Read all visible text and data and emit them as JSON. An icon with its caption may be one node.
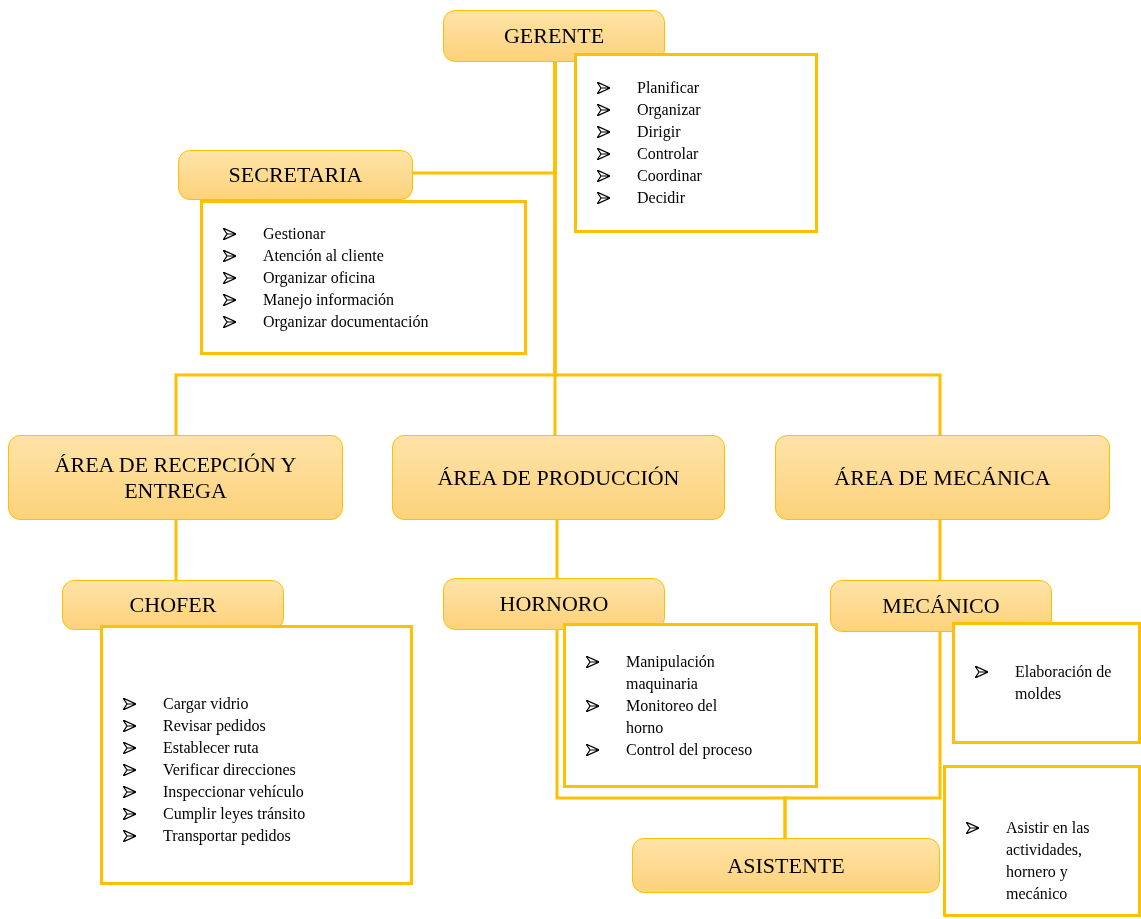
{
  "diagram": {
    "nodes": [
      {
        "text": [
          "GERENTE"
        ]
      },
      {
        "text": [
          "Planificar",
          "Organizar",
          "Dirigir",
          "Controlar",
          "Coordinar",
          "Decidir"
        ]
      },
      {
        "text": [
          "SECRETARIA"
        ]
      },
      {
        "text": [
          "Gestionar",
          "Atención al cliente",
          "Organizar oficina",
          "Manejo información",
          "Organizar documentación"
        ]
      },
      {
        "text": [
          "ÁREA DE RECEPCIÓN Y ENTREGA"
        ]
      },
      {
        "text": [
          "ÁREA DE PRODUCCIÓN"
        ]
      },
      {
        "text": [
          "ÁREA DE MECÁNICA"
        ]
      },
      {
        "text": [
          "CHOFER"
        ]
      },
      {
        "text": [
          "Cargar vidrio",
          "Revisar pedidos",
          "Establecer ruta",
          "Verificar direcciones",
          "Inspeccionar vehículo",
          "Cumplir leyes tránsito",
          "Transportar pedidos"
        ]
      },
      {
        "text": [
          "HORNORO"
        ]
      },
      {
        "text": [
          "Manipulación maquinaria",
          "Monitoreo del horno",
          "Control del proceso"
        ]
      },
      {
        "text": [
          "MECÁNICO"
        ]
      },
      {
        "text": [
          "Elaboración de moldes"
        ]
      },
      {
        "text": [
          "Asistir en las actividades, hornero y mecánico"
        ]
      },
      {
        "text": [
          "ASISTENTE"
        ]
      }
    ],
    "edges": [
      {
        "from": 0,
        "to": 2,
        "arrow": "none"
      },
      {
        "from": 0,
        "to": 4,
        "arrow": "none"
      },
      {
        "from": 0,
        "to": 5,
        "arrow": "none"
      },
      {
        "from": 0,
        "to": 6,
        "arrow": "none"
      },
      {
        "from": 4,
        "to": 7,
        "arrow": "none"
      },
      {
        "from": 5,
        "to": 9,
        "arrow": "none"
      },
      {
        "from": 6,
        "to": 11,
        "arrow": "none"
      },
      {
        "from": 9,
        "to": 14,
        "arrow": "none"
      },
      {
        "from": 11,
        "to": 14,
        "arrow": "none"
      }
    ]
  }
}
